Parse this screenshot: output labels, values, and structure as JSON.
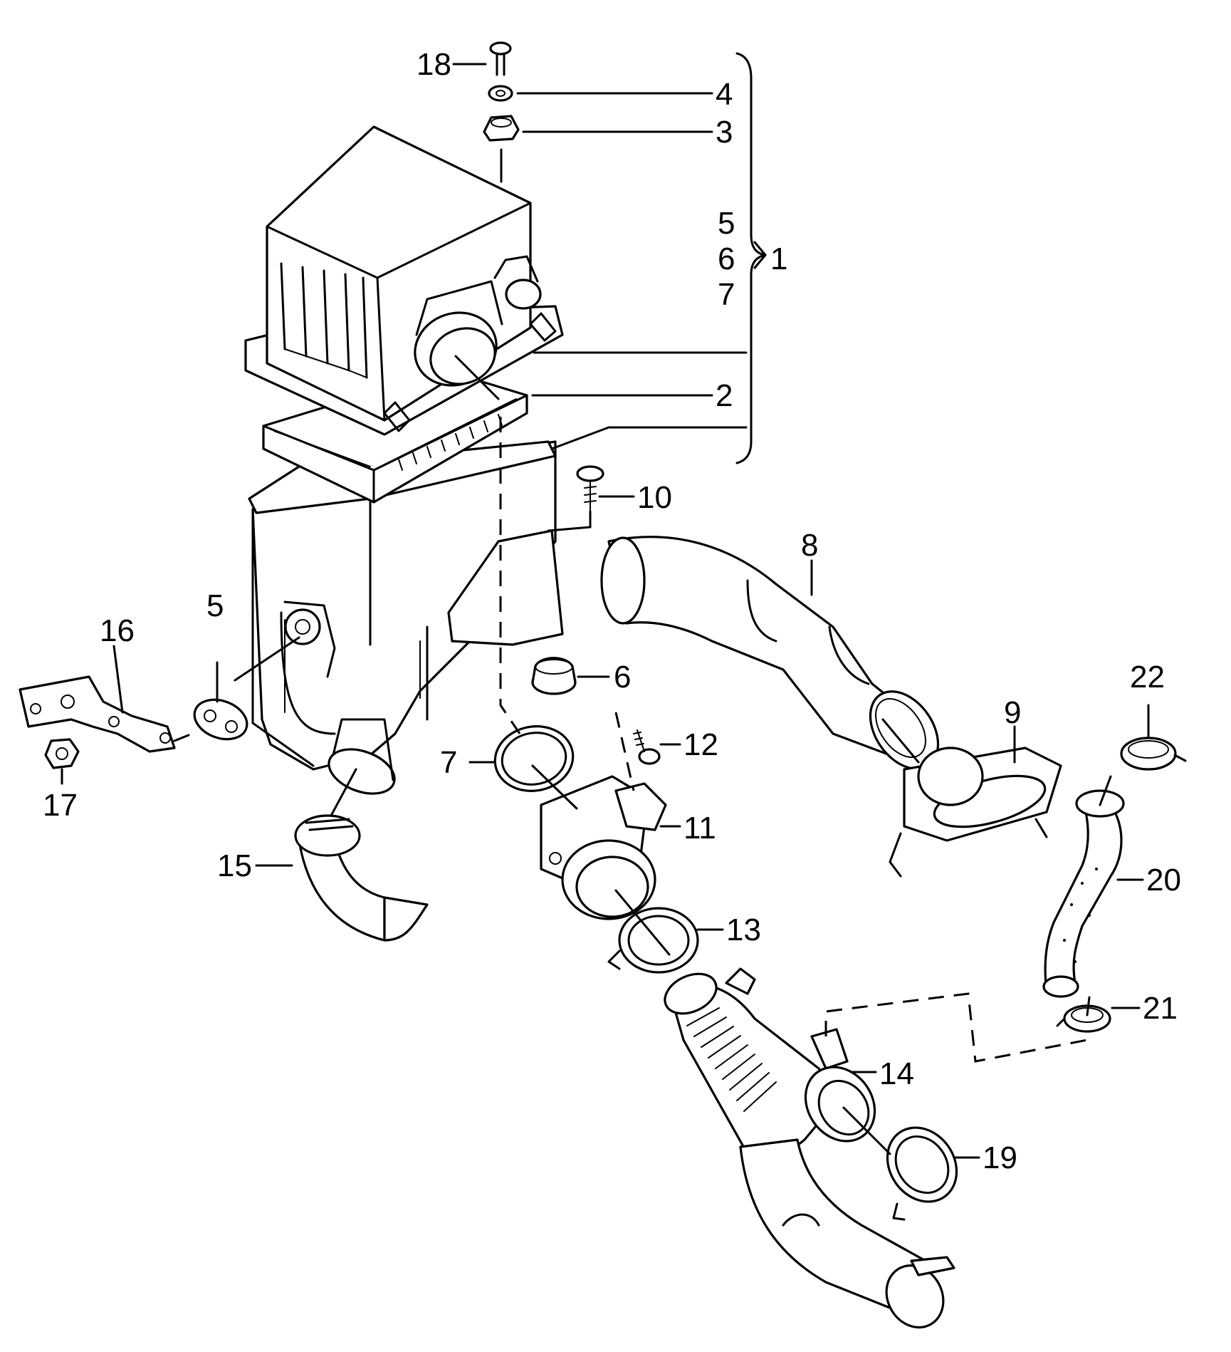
{
  "callouts": {
    "c1": "1",
    "c2": "2",
    "c3": "3",
    "c4": "4",
    "c5_group": "5",
    "c6_group": "6",
    "c7_group": "7",
    "c5": "5",
    "c6": "6",
    "c7": "7",
    "c8": "8",
    "c9": "9",
    "c10": "10",
    "c11": "11",
    "c12": "12",
    "c13": "13",
    "c14": "14",
    "c15": "15",
    "c16": "16",
    "c17": "17",
    "c18": "18",
    "c19": "19",
    "c20": "20",
    "c21": "21",
    "c22": "22"
  }
}
